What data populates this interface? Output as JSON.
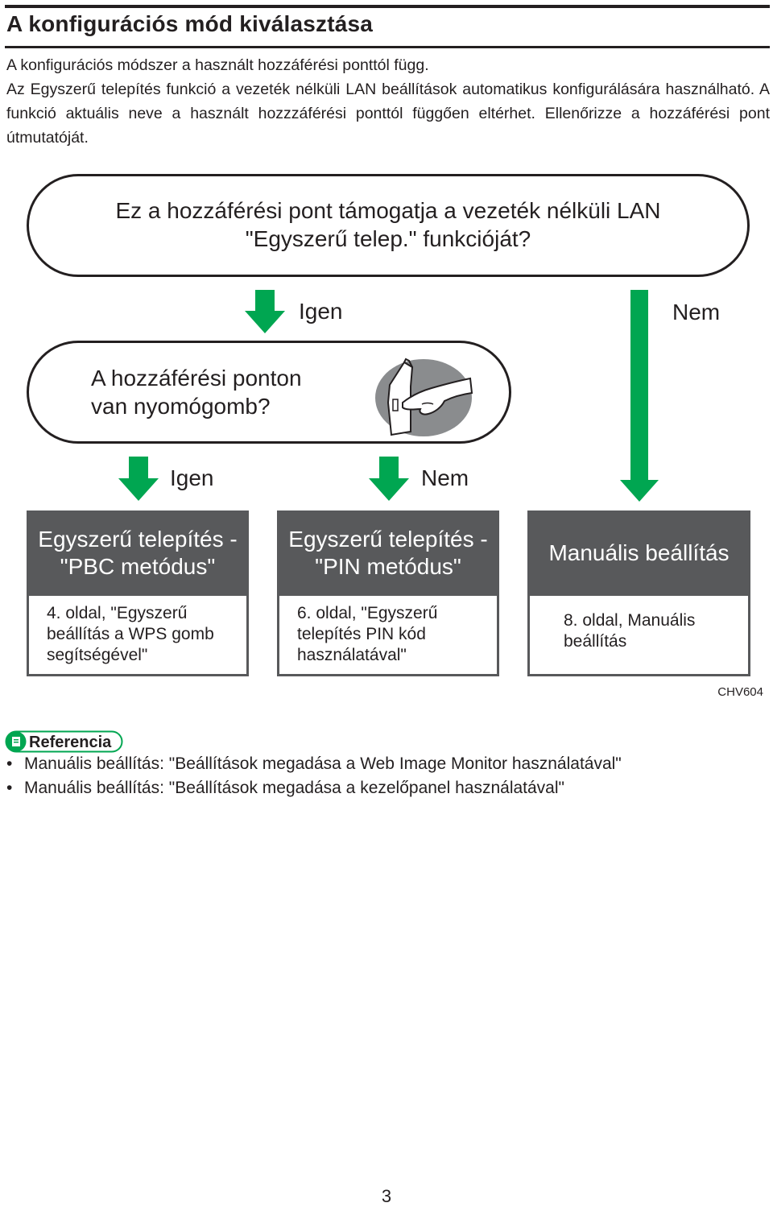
{
  "page": {
    "title": "A konfigurációs mód kiválasztása",
    "intro_line1": "A konfigurációs módszer a használt hozzáférési ponttól függ.",
    "intro_para2": "Az Egyszerű telepítés funkció a vezeték nélküli LAN beállítások automatikus konfigurálására használható. A funkció aktuális neve a használt hozzzáférési ponttól függően eltérhet. Ellenőrizze a hozzáférési pont útmutatóját.",
    "page_number": "3"
  },
  "flowchart": {
    "question1_line1": "Ez a hozzáférési pont támogatja a vezeték nélküli LAN",
    "question1_line2": "\"Egyszerű telep.\" funkcióját?",
    "q1_yes": "Igen",
    "q1_no": "Nem",
    "question2_line1": "A hozzáférési ponton",
    "question2_line2": "van nyomógomb?",
    "q2_yes": "Igen",
    "q2_no": "Nem",
    "boxes": [
      {
        "head_line1": "Egyszerű telepítés -",
        "head_line2": "\"PBC metódus\"",
        "body_lines": [
          "4. oldal, \"Egyszerű",
          "beállítás a WPS gomb",
          "segítségével\""
        ]
      },
      {
        "head_line1": "Egyszerű telepítés -",
        "head_line2": "\"PIN metódus\"",
        "body_lines": [
          "6. oldal, \"Egyszerű",
          "telepítés PIN kód",
          "használatával\""
        ]
      },
      {
        "head_line1": "Manuális beállítás",
        "head_line2": "",
        "body_lines": [
          "8. oldal, Manuális",
          "beállítás"
        ]
      }
    ],
    "figure_code": "CHV604",
    "colors": {
      "arrow": "#00a651",
      "box_header": "#58595b"
    },
    "illustration_icon": "hand-pressing-button-icon"
  },
  "reference": {
    "badge_label": "Referencia",
    "items": [
      "Manuális beállítás: \"Beállítások megadása a Web Image Monitor használatával\"",
      "Manuális beállítás: \"Beállítások megadása a kezelőpanel használatával\""
    ]
  }
}
